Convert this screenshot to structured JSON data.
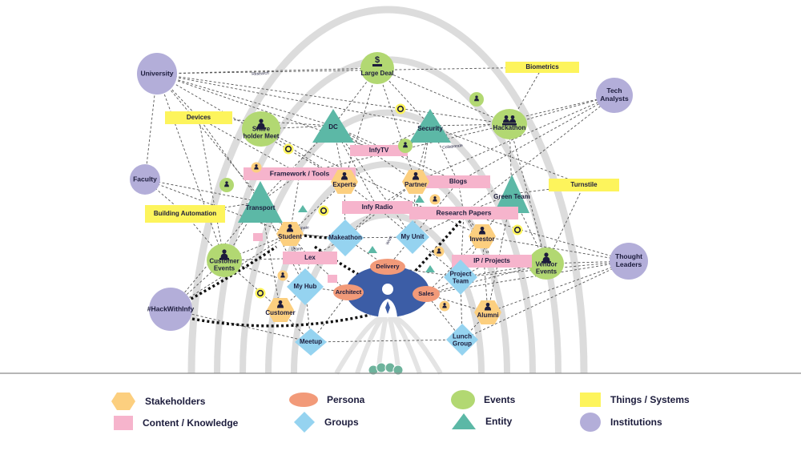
{
  "colors": {
    "stakeholder": "#fccf7f",
    "content": "#f6b4cc",
    "persona": "#f29a79",
    "group": "#95d3f0",
    "event": "#b2d872",
    "entity": "#5cb8a6",
    "thing": "#fdf45c",
    "institution": "#b3aed9",
    "persona_hub": "#3c5da6",
    "edge": "#545454",
    "arc": "#dcdcdc"
  },
  "edge_labels": [
    "Research",
    "Collaborate",
    "Participate",
    "Learn",
    "Share",
    "Work"
  ],
  "nodes": [
    {
      "id": "university",
      "label": "University",
      "type": "institution"
    },
    {
      "id": "faculty",
      "label": "Faculty",
      "type": "institution"
    },
    {
      "id": "tech-analysts",
      "label": "Tech Analysts",
      "type": "institution"
    },
    {
      "id": "thought-leaders",
      "label": "Thought Leaders",
      "type": "institution"
    },
    {
      "id": "hackwithinfy",
      "label": "#HackWithInfy",
      "type": "institution"
    },
    {
      "id": "large-deal",
      "label": "Large Deal",
      "type": "event",
      "icon": "dollar-icon"
    },
    {
      "id": "shareholder-meet",
      "label": "Share holder Meet",
      "type": "event",
      "icon": "person-icon"
    },
    {
      "id": "hackathon",
      "label": "Hackathon",
      "type": "event",
      "icon": "people-icon"
    },
    {
      "id": "customer-events",
      "label": "Customer Events",
      "type": "event",
      "icon": "person-icon"
    },
    {
      "id": "vendor-events",
      "label": "Vendor Events",
      "type": "event",
      "icon": "person-icon"
    },
    {
      "id": "dc",
      "label": "DC",
      "type": "entity"
    },
    {
      "id": "security",
      "label": "Security",
      "type": "entity"
    },
    {
      "id": "transport",
      "label": "Transport",
      "type": "entity"
    },
    {
      "id": "green-team",
      "label": "Green Team",
      "type": "entity"
    },
    {
      "id": "biometrics",
      "label": "Biometrics",
      "type": "thing"
    },
    {
      "id": "devices",
      "label": "Devices",
      "type": "thing"
    },
    {
      "id": "turnstile",
      "label": "Turnstile",
      "type": "thing"
    },
    {
      "id": "building-automation",
      "label": "Building Automation",
      "type": "thing"
    },
    {
      "id": "infytv",
      "label": "InfyTV",
      "type": "content"
    },
    {
      "id": "framework-tools",
      "label": "Framework / Tools",
      "type": "content"
    },
    {
      "id": "blogs",
      "label": "Blogs",
      "type": "content"
    },
    {
      "id": "infy-radio",
      "label": "Infy Radio",
      "type": "content"
    },
    {
      "id": "research-papers",
      "label": "Research Papers",
      "type": "content"
    },
    {
      "id": "lex",
      "label": "Lex",
      "type": "content"
    },
    {
      "id": "ip-projects",
      "label": "IP / Projects",
      "type": "content"
    },
    {
      "id": "experts",
      "label": "Experts",
      "type": "stakeholder"
    },
    {
      "id": "partner",
      "label": "Partner",
      "type": "stakeholder"
    },
    {
      "id": "student",
      "label": "Student",
      "type": "stakeholder"
    },
    {
      "id": "investor",
      "label": "Investor",
      "type": "stakeholder"
    },
    {
      "id": "customer",
      "label": "Customer",
      "type": "stakeholder"
    },
    {
      "id": "alumni",
      "label": "Alumni",
      "type": "stakeholder"
    },
    {
      "id": "makeathon",
      "label": "Makeathon",
      "type": "group"
    },
    {
      "id": "my-unit",
      "label": "My Unit",
      "type": "group"
    },
    {
      "id": "my-hub",
      "label": "My Hub",
      "type": "group"
    },
    {
      "id": "project-team",
      "label": "Project Team",
      "type": "group"
    },
    {
      "id": "meetup",
      "label": "Meetup",
      "type": "group"
    },
    {
      "id": "lunch-group",
      "label": "Lunch Group",
      "type": "group"
    },
    {
      "id": "delivery",
      "label": "Delivery",
      "type": "persona"
    },
    {
      "id": "architect",
      "label": "Architect",
      "type": "persona"
    },
    {
      "id": "sales",
      "label": "Sales",
      "type": "persona"
    }
  ],
  "legend": [
    {
      "label": "Stakeholders",
      "type": "stakeholder"
    },
    {
      "label": "Content / Knowledge",
      "type": "content"
    },
    {
      "label": "Persona",
      "type": "persona"
    },
    {
      "label": "Groups",
      "type": "group"
    },
    {
      "label": "Events",
      "type": "event"
    },
    {
      "label": "Entity",
      "type": "entity"
    },
    {
      "label": "Things / Systems",
      "type": "thing"
    },
    {
      "label": "Institutions",
      "type": "institution"
    }
  ]
}
